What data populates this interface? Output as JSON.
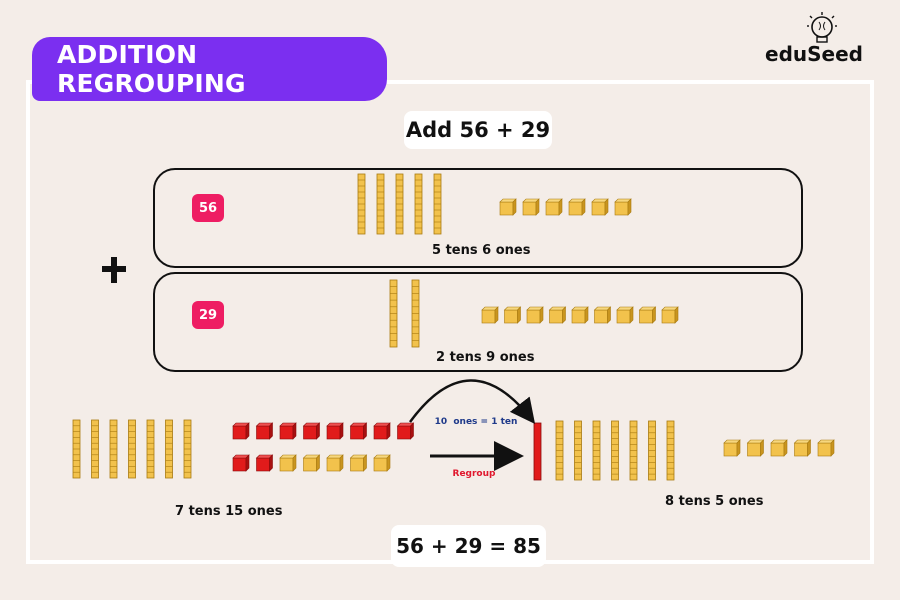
{
  "banner": {
    "title": "ADDITION REGROUPING"
  },
  "logo": {
    "text": "eduSeed"
  },
  "problem": {
    "title": "Add 56 + 29"
  },
  "row1": {
    "badge": "56",
    "caption": "5 tens 6 ones",
    "tens": 5,
    "ones": 6
  },
  "row2": {
    "badge": "29",
    "caption": "2 tens 9 ones",
    "tens": 2,
    "ones": 9
  },
  "combined": {
    "caption": "7 tens 15 ones",
    "tens": 7,
    "ones": 15,
    "ones_regrouped": 10
  },
  "arrows": {
    "top_label": "10  ones = 1 ten",
    "bottom_label": "Regroup"
  },
  "result": {
    "caption": "8 tens 5 ones",
    "tens": 8,
    "ones": 5
  },
  "answer": {
    "equation": "56 + 29 = 85"
  },
  "colors": {
    "banner": "#7b2ff0",
    "badge": "#ee1d63",
    "block": "#f2c24c",
    "block_stroke": "#a87a10",
    "regroup_block": "#e11b1b",
    "regroup_label": "#e0182e",
    "note_label": "#1f3a8a"
  }
}
